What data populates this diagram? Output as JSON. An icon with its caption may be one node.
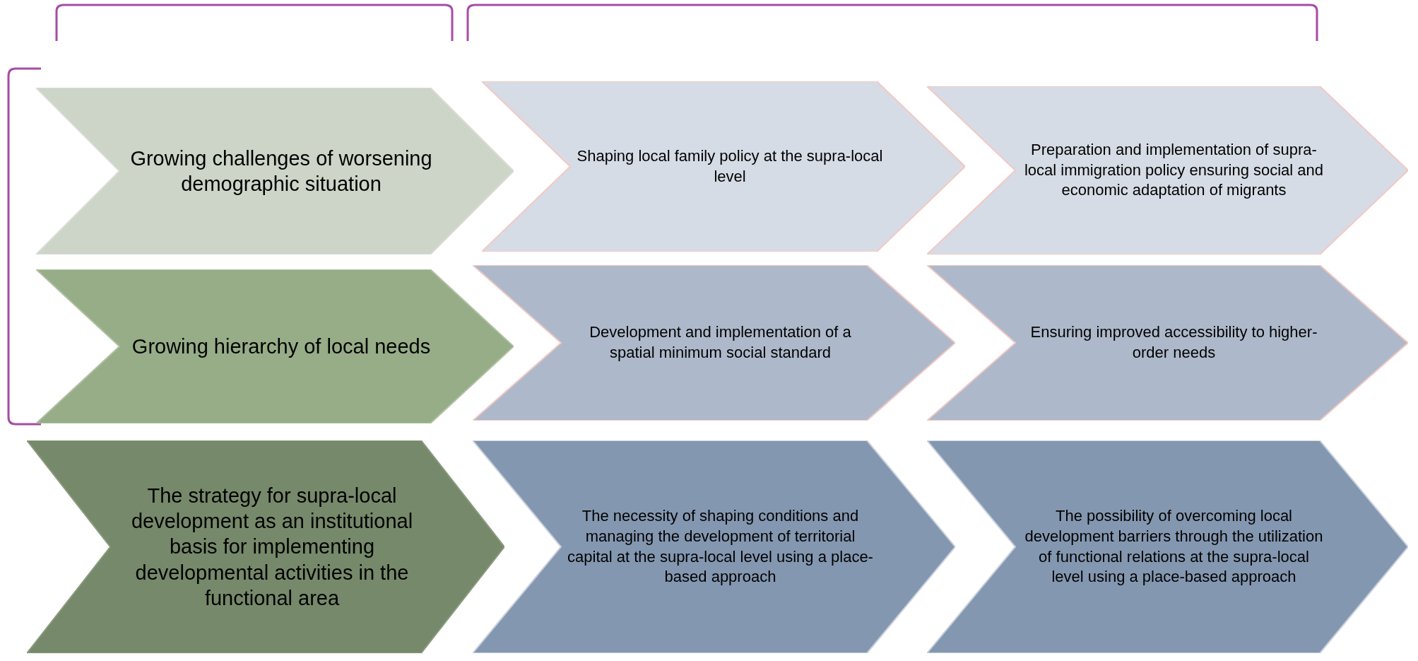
{
  "diagram": {
    "nodes": [
      {
        "text": [
          "Growing challenges of worsening demographic situation"
        ]
      },
      {
        "text": [
          "Shaping local family policy at the supra-local level"
        ]
      },
      {
        "text": [
          "Preparation and implementation of supra-local immigration policy ensuring social and economic adaptation of migrants"
        ]
      },
      {
        "text": [
          "Growing hierarchy of local needs"
        ]
      },
      {
        "text": [
          "Development and implementation of a spatial minimum social standard"
        ]
      },
      {
        "text": [
          "Ensuring improved accessibility to higher-order needs"
        ]
      },
      {
        "text": [
          "The strategy for supra-local development as an institutional basis for implementing developmental activities in the functional area"
        ]
      },
      {
        "text": [
          "The necessity of shaping conditions and managing the development of territorial capital at the supra-local level using a place-based approach"
        ]
      },
      {
        "text": [
          "The possibility of overcoming local development barriers through the utilization of functional relations at the supra-local level using a place-based approach"
        ]
      }
    ]
  }
}
